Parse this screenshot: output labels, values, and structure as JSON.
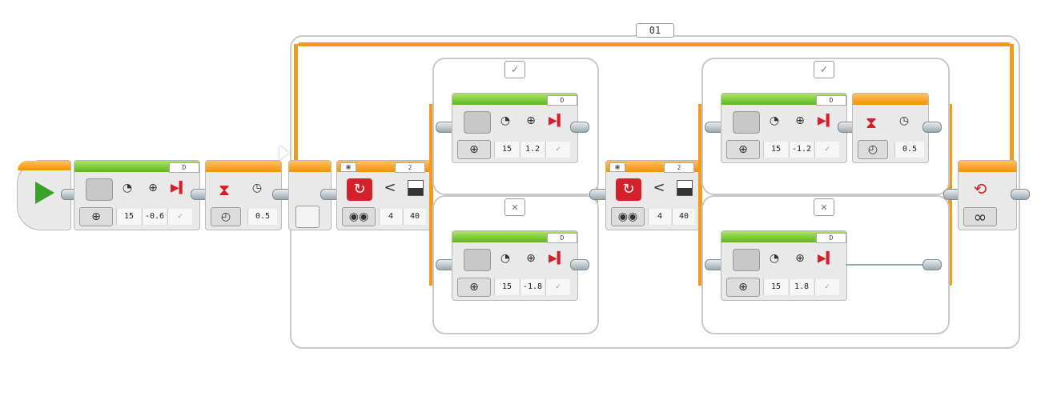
{
  "loop": {
    "label": "01",
    "mode_icon": "infinity-icon"
  },
  "start": {
    "icon": "play-icon"
  },
  "motor1": {
    "port": "D",
    "power": "15",
    "rotations": "-0.6",
    "brake": "✓"
  },
  "wait1": {
    "seconds": "0.5"
  },
  "switch1": {
    "case_count": "2",
    "compare": "<",
    "threshold": "4",
    "sensor_value": "40",
    "true_case": {
      "tab": "✓",
      "motor": {
        "port": "D",
        "power": "15",
        "rotations": "1.2",
        "brake": "✓"
      }
    },
    "false_case": {
      "tab": "✕",
      "motor": {
        "port": "D",
        "power": "15",
        "rotations": "-1.8",
        "brake": "✓"
      }
    }
  },
  "switch2": {
    "case_count": "2",
    "compare": "<",
    "threshold": "4",
    "sensor_value": "40",
    "true_case": {
      "tab": "✓",
      "motor": {
        "port": "D",
        "power": "15",
        "rotations": "-1.2",
        "brake": "✓"
      },
      "wait": {
        "seconds": "0.5"
      }
    },
    "false_case": {
      "tab": "✕",
      "motor": {
        "port": "D",
        "power": "15",
        "rotations": "1.8",
        "brake": "✓"
      }
    }
  },
  "colors": {
    "green": "#5db61a",
    "orange": "#f39200",
    "red": "#d3202a"
  }
}
